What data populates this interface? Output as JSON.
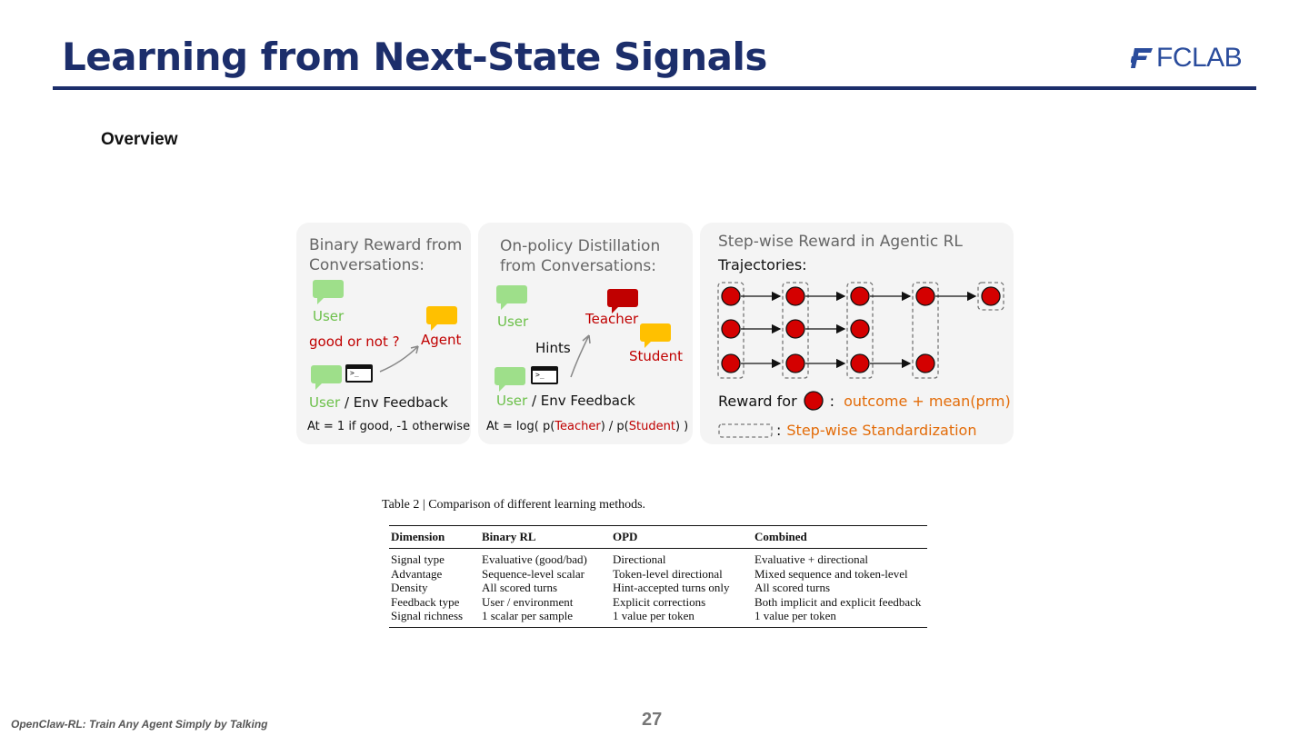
{
  "slide": {
    "title": "Learning from Next-State Signals",
    "logo_text": "FCLAB",
    "section": "Overview",
    "page_number": "27",
    "footer": "OpenClaw-RL: Train Any Agent Simply by Talking"
  },
  "figure": {
    "panel1": {
      "title_line1": "Binary Reward from",
      "title_line2": "Conversations:",
      "user": "User",
      "agent": "Agent",
      "question": "good or not ?",
      "feedback_user": "User",
      "feedback_rest": " / Env Feedback",
      "formula": "At = 1 if good, -1 otherwise"
    },
    "panel2": {
      "title_line1": "On-policy Distillation",
      "title_line2": "from Conversations:",
      "user": "User",
      "teacher": "Teacher",
      "student": "Student",
      "hints": "Hints",
      "feedback_user": "User",
      "feedback_rest": " / Env Feedback",
      "formula_pre": "At = log( p(",
      "formula_teacher": "Teacher",
      "formula_mid": ") / p(",
      "formula_student": "Student",
      "formula_post": ") )"
    },
    "panel3": {
      "title": "Step-wise Reward in Agentic RL",
      "trajectories": "Trajectories:",
      "reward_label": "Reward for",
      "reward_colon": ":",
      "reward_value": "outcome + mean(prm)",
      "std_colon": ":",
      "std_label": "Step-wise Standardization"
    },
    "terminal_glyph": ">_",
    "colors": {
      "user_green": "#6cc04a",
      "accent_red": "#c00000",
      "orange": "#e36c09",
      "agent_yellow": "#ffc000"
    }
  },
  "table": {
    "caption": "Table 2 | Comparison of different learning methods.",
    "headers": [
      "Dimension",
      "Binary RL",
      "OPD",
      "Combined"
    ],
    "rows": [
      [
        "Signal type",
        "Evaluative (good/bad)",
        "Directional",
        "Evaluative + directional"
      ],
      [
        "Advantage",
        "Sequence-level scalar",
        "Token-level directional",
        "Mixed sequence and token-level"
      ],
      [
        "Density",
        "All scored turns",
        "Hint-accepted turns only",
        "All scored turns"
      ],
      [
        "Feedback type",
        "User / environment",
        "Explicit corrections",
        "Both implicit and explicit feedback"
      ],
      [
        "Signal richness",
        "1 scalar per sample",
        "1 value per token",
        "1 value per token"
      ]
    ]
  }
}
